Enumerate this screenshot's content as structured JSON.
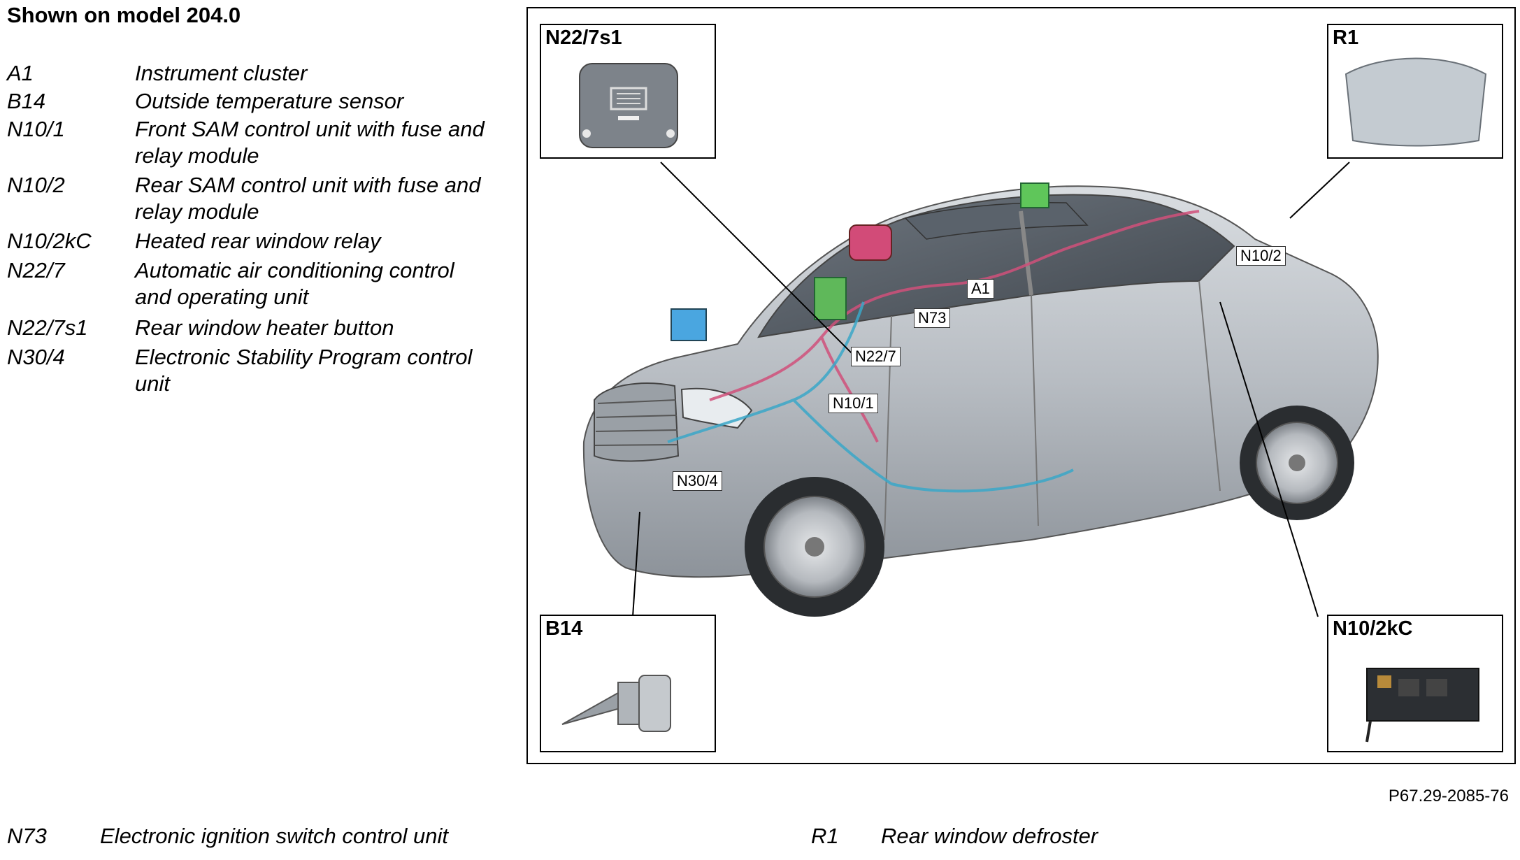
{
  "heading": "Shown on model 204.0",
  "legend": [
    {
      "code": "A1",
      "description": "Instrument cluster"
    },
    {
      "code": "B14",
      "description": "Outside temperature sensor"
    },
    {
      "code": "N10/1",
      "description": "Front SAM control unit with fuse and relay module"
    },
    {
      "code": "N10/2",
      "description": "Rear SAM control unit with fuse and relay module"
    },
    {
      "code": "N10/2kC",
      "description": "Heated rear window relay"
    },
    {
      "code": "N22/7",
      "description": "Automatic air conditioning control and operating unit"
    },
    {
      "code": "N22/7s1",
      "description": "Rear window heater button"
    },
    {
      "code": "N30/4",
      "description": "Electronic Stability Program control unit"
    }
  ],
  "insets": {
    "n22_7s1": "N22/7s1",
    "r1": "R1",
    "b14": "B14",
    "n10_2kc": "N10/2kC"
  },
  "callouts": {
    "a1": "A1",
    "n73": "N73",
    "n22_7": "N22/7",
    "n10_1": "N10/1",
    "n10_2": "N10/2",
    "n30_4": "N30/4"
  },
  "figure_ref": "P67.29-2085-76",
  "bottom": [
    {
      "code": "N73",
      "description": "Electronic ignition switch control unit"
    },
    {
      "code": "R1",
      "description": "Rear window defroster"
    }
  ]
}
